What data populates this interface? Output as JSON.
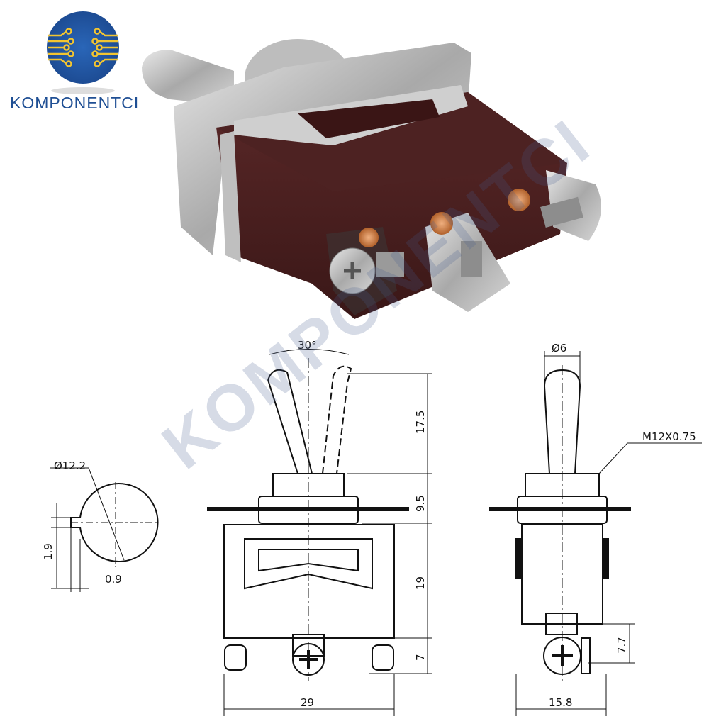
{
  "brand": {
    "name": "KOMPONENTCI",
    "primary_color": "#1f4f94",
    "accent_color": "#f2c531"
  },
  "watermark": "KOMPONENTCI",
  "product_photo": {
    "subject": "toggle-switch",
    "body_color": "#4a1f1f"
  },
  "drawing": {
    "front_view": {
      "angle": "30°",
      "lever_height": "17.5",
      "bushing_height": "9.5",
      "body_height": "19",
      "terminal_height": "7",
      "width": "29"
    },
    "side_view": {
      "lever_diameter": "Ø6",
      "thread": "M12X0.75",
      "terminal_height": "7.7",
      "width": "15.8"
    },
    "panel_cutout": {
      "diameter": "Ø12.2",
      "key_height": "1.9",
      "key_depth": "0.9"
    }
  }
}
